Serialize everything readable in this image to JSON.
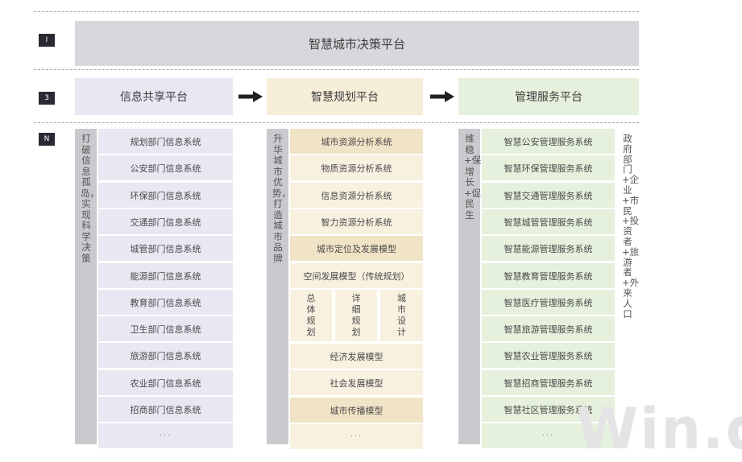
{
  "tiers": [
    "I",
    "3",
    "N"
  ],
  "top_platform": "智慧城市决策平台",
  "platforms": [
    "信息共享平台",
    "智慧规划平台",
    "管理服务平台"
  ],
  "left": {
    "side_label": "打破信息孤岛，实现科学决策",
    "items": [
      "规划部门信息系统",
      "公安部门信息系统",
      "环保部门信息系统",
      "交通部门信息系统",
      "城管部门信息系统",
      "能源部门信息系统",
      "教育部门信息系统",
      "卫生部门信息系统",
      "旅游部门信息系统",
      "农业部门信息系统",
      "招商部门信息系统",
      "···"
    ]
  },
  "middle": {
    "side_label": "升华城市优势，打造城市品牌",
    "items": [
      "城市资源分析系统",
      "物质资源分析系统",
      "信息资源分析系统",
      "智力资源分析系统",
      "城市定位及发展模型",
      "空间发展模型（传统规划）"
    ],
    "sub_items": [
      "总体规划",
      "详细规划",
      "城市设计"
    ],
    "items_after": [
      "经济发展模型",
      "社会发展模型",
      "城市传播模型",
      "···"
    ]
  },
  "right": {
    "side_label_left": "维稳+保增长+促民生",
    "side_label_right": "政府部门+企业+市民+投资者+旅游者+外来人口",
    "items": [
      "智慧公安管理服务系统",
      "智慧环保管理服务系统",
      "智慧交通管理服务系统",
      "智慧城管管理服务系统",
      "智慧能源管理服务系统",
      "智慧教育管理服务系统",
      "智慧医疗管理服务系统",
      "智慧旅游管理服务系统",
      "智慧农业管理服务系统",
      "智慧招商管理服务系统",
      "智慧社区管理服务系统",
      "···"
    ]
  },
  "watermark": "Win.d",
  "colors": {
    "tier_box": "#2a2a35",
    "top_banner": "#d7d8dc",
    "info_platform": "#e7e8f1",
    "planning_platform": "#f6eed9",
    "service_platform": "#e5f1dc",
    "side_strip": "#c9cacd",
    "left_cells": "#e7e8f1",
    "middle_dark": "#f1e4c6",
    "middle_light": "#f8f1e0",
    "right_cells": "#e5f1dc",
    "arrow": "#1f1f24"
  }
}
